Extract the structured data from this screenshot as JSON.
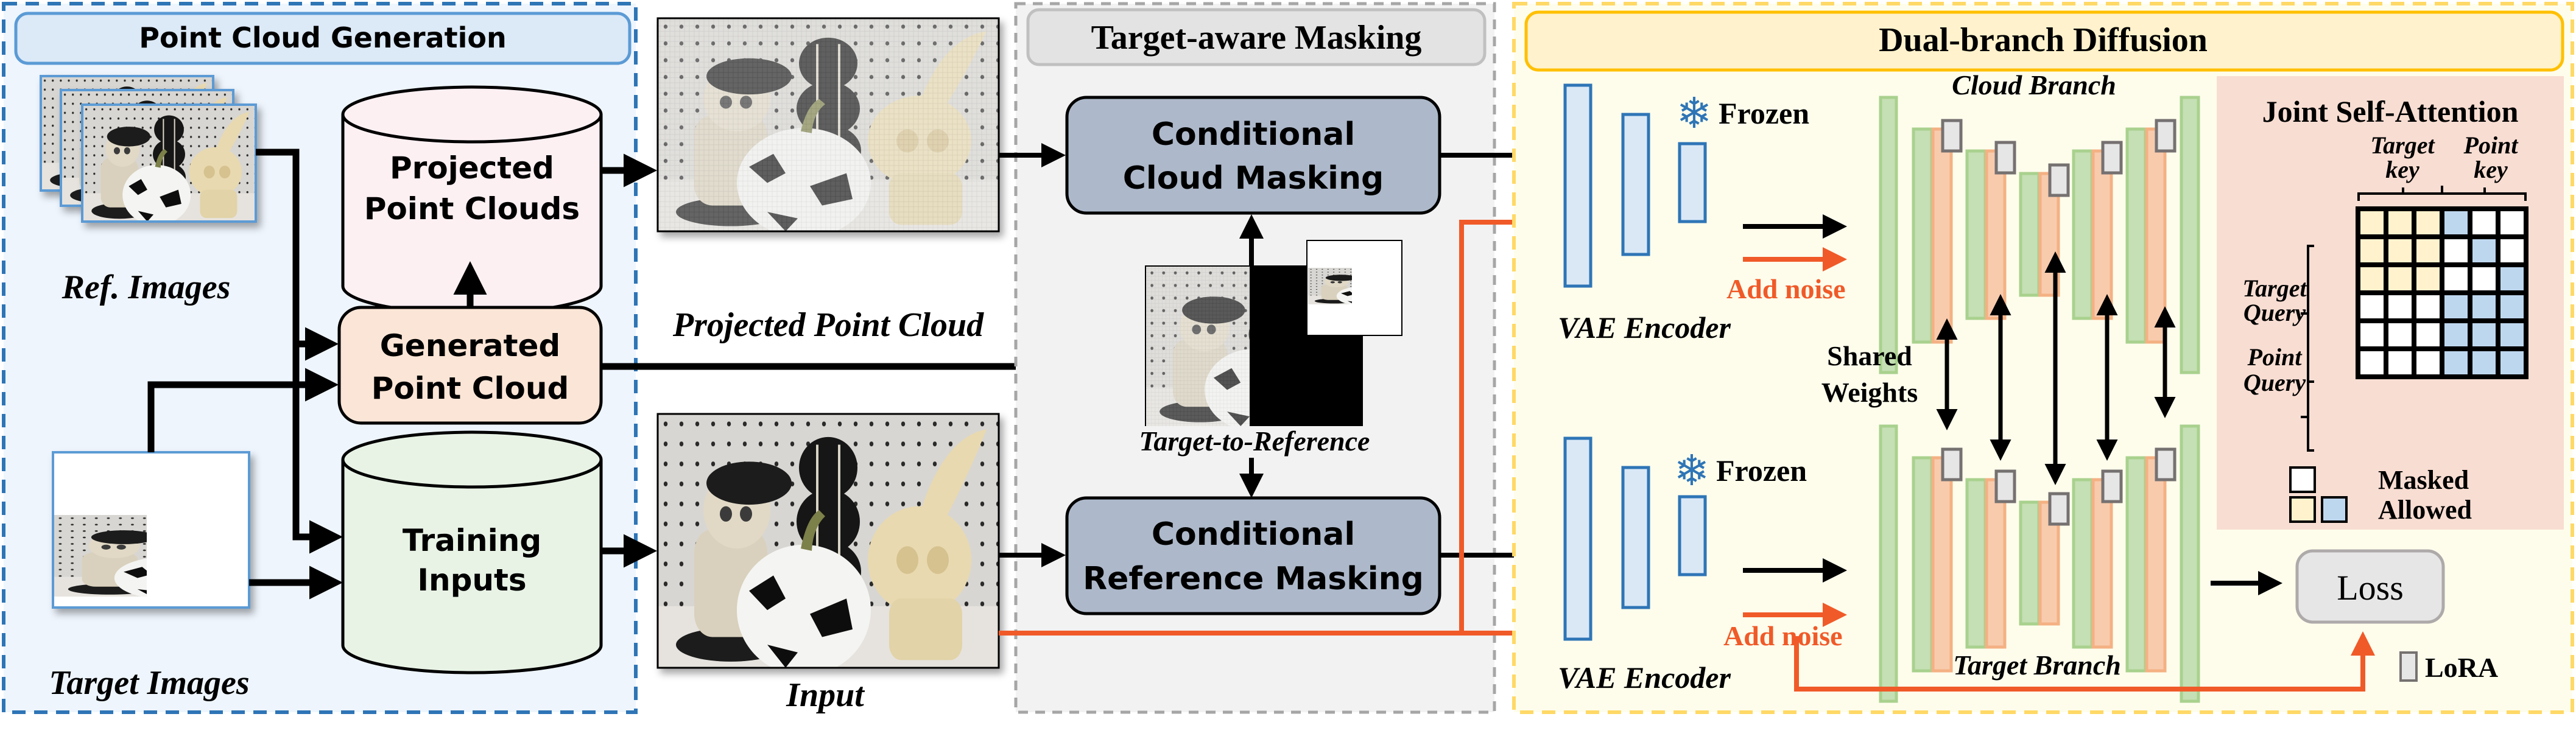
{
  "colors": {
    "pcg_border": "#2e75b6",
    "pcg_bg": "#eef5fd",
    "pcg_header_bg": "#dce9f7",
    "pcg_header_border": "#5b9bd5",
    "tam_border": "#a6a6a6",
    "tam_bg": "#f2f2f2",
    "tam_header_bg": "#e3e3e3",
    "dbd_border": "#ffd966",
    "dbd_bg": "#fefdec",
    "dbd_header_bg": "#fff2cc",
    "dbd_header_border": "#ffc000",
    "projected_cyl_fill": "#fdf0f3",
    "generated_box_fill": "#fbe5d6",
    "training_cyl_fill": "#e8f3e6",
    "masking_box_fill": "#adb9ca",
    "noise_orange": "#f05a28",
    "vae_fill": "#dae8f6",
    "vae_border": "#2e75b6",
    "unet_green_fill": "#c5e0b4",
    "unet_green_border": "#a9d18e",
    "unet_orange_fill": "#f8cbad",
    "unet_orange_border": "#f4b183",
    "lora_fill": "#e6e6e6",
    "lora_border": "#767171",
    "attn_panel_bg": "#f8ddd2",
    "attn_target_allowed": "#fff2cc",
    "attn_point_allowed": "#bdd7ee",
    "attn_masked": "#ffffff",
    "loss_fill": "#e6e6e6",
    "loss_border": "#aeaaaa"
  },
  "sections": {
    "point_cloud_generation": {
      "title": "Point Cloud Generation",
      "ref_images_label": "Ref. Images",
      "target_images_label": "Target Images",
      "projected_point_clouds": [
        "Projected",
        "Point Clouds"
      ],
      "generated_point_cloud": [
        "Generated",
        "Point Cloud"
      ],
      "training_inputs": [
        "Training",
        "Inputs"
      ]
    },
    "images": {
      "projected_point_cloud_label": "Projected Point Cloud",
      "input_label": "Input"
    },
    "target_aware_masking": {
      "title": "Target-aware Masking",
      "conditional_cloud_masking": [
        "Conditional",
        "Cloud Masking"
      ],
      "conditional_reference_masking": [
        "Conditional",
        "Reference Masking"
      ],
      "target_to_reference_label": "Target-to-Reference"
    },
    "dual_branch_diffusion": {
      "title": "Dual-branch Diffusion",
      "cloud_branch_label": "Cloud Branch",
      "target_branch_label": "Target Branch",
      "vae_encoder_label": "VAE Encoder",
      "frozen_label": "Frozen",
      "add_noise_label": "Add noise",
      "shared_weights": [
        "Shared",
        "Weights"
      ],
      "loss_label": "Loss",
      "lora_legend_label": "LoRA"
    },
    "joint_self_attention": {
      "title": "Joint Self-Attention",
      "col_groups": [
        [
          "Target",
          "key"
        ],
        [
          "Point",
          "key"
        ]
      ],
      "row_groups": [
        [
          "Target",
          "Query"
        ],
        [
          "Point",
          "Query"
        ]
      ],
      "legend_masked": "Masked",
      "legend_allowed": "Allowed",
      "matrix": [
        [
          "T",
          "T",
          "T",
          "P",
          "M",
          "M"
        ],
        [
          "T",
          "T",
          "T",
          "M",
          "P",
          "M"
        ],
        [
          "T",
          "T",
          "T",
          "M",
          "M",
          "P"
        ],
        [
          "M",
          "M",
          "M",
          "P",
          "P",
          "P"
        ],
        [
          "M",
          "M",
          "M",
          "P",
          "P",
          "P"
        ],
        [
          "M",
          "M",
          "M",
          "P",
          "P",
          "P"
        ]
      ]
    }
  }
}
